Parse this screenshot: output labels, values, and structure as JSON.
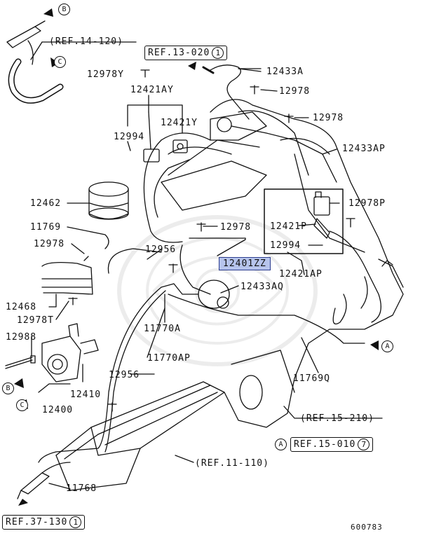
{
  "labels": {
    "p12433A": "12433A",
    "p12978a": "12978",
    "p12978Y": "12978Y",
    "p12421AY": "12421AY",
    "p12978b": "12978",
    "p12994a": "12994",
    "p12421Y": "12421Y",
    "p12433AP": "12433AP",
    "p12462": "12462",
    "p12978P": "12978P",
    "p11769": "11769",
    "p12978c": "12978",
    "p12421P": "12421P",
    "p12978d": "12978",
    "p12956a": "12956",
    "p12994b": "12994",
    "p12421AP": "12421AP",
    "p12433AQ": "12433AQ",
    "p12468": "12468",
    "p12978T": "12978T",
    "p11770A": "11770A",
    "p12988": "12988",
    "p11770AP": "11770AP",
    "p11769Q": "11769Q",
    "p12956b": "12956",
    "p12410": "12410",
    "p12400": "12400",
    "p11768": "11768",
    "code": "600783"
  },
  "highlighted_part": "12401ZZ",
  "refs": {
    "ref14_120": "(REF.14-120)",
    "ref13_020": "REF.13-020",
    "ref13_020_num": "1",
    "ref15_210": "(REF.15-210)",
    "ref15_010": "REF.15-010",
    "ref15_010_num": "7",
    "ref15_010_letter": "A",
    "ref11_110": "(REF.11-110)",
    "ref37_130": "REF.37-130",
    "ref37_130_num": "1"
  },
  "connectors": {
    "B_top": "B",
    "C_top": "C",
    "B_left": "B",
    "C_left": "C",
    "A_right": "A"
  },
  "colors": {
    "highlight": "#b6c4ec",
    "line": "#111111"
  }
}
